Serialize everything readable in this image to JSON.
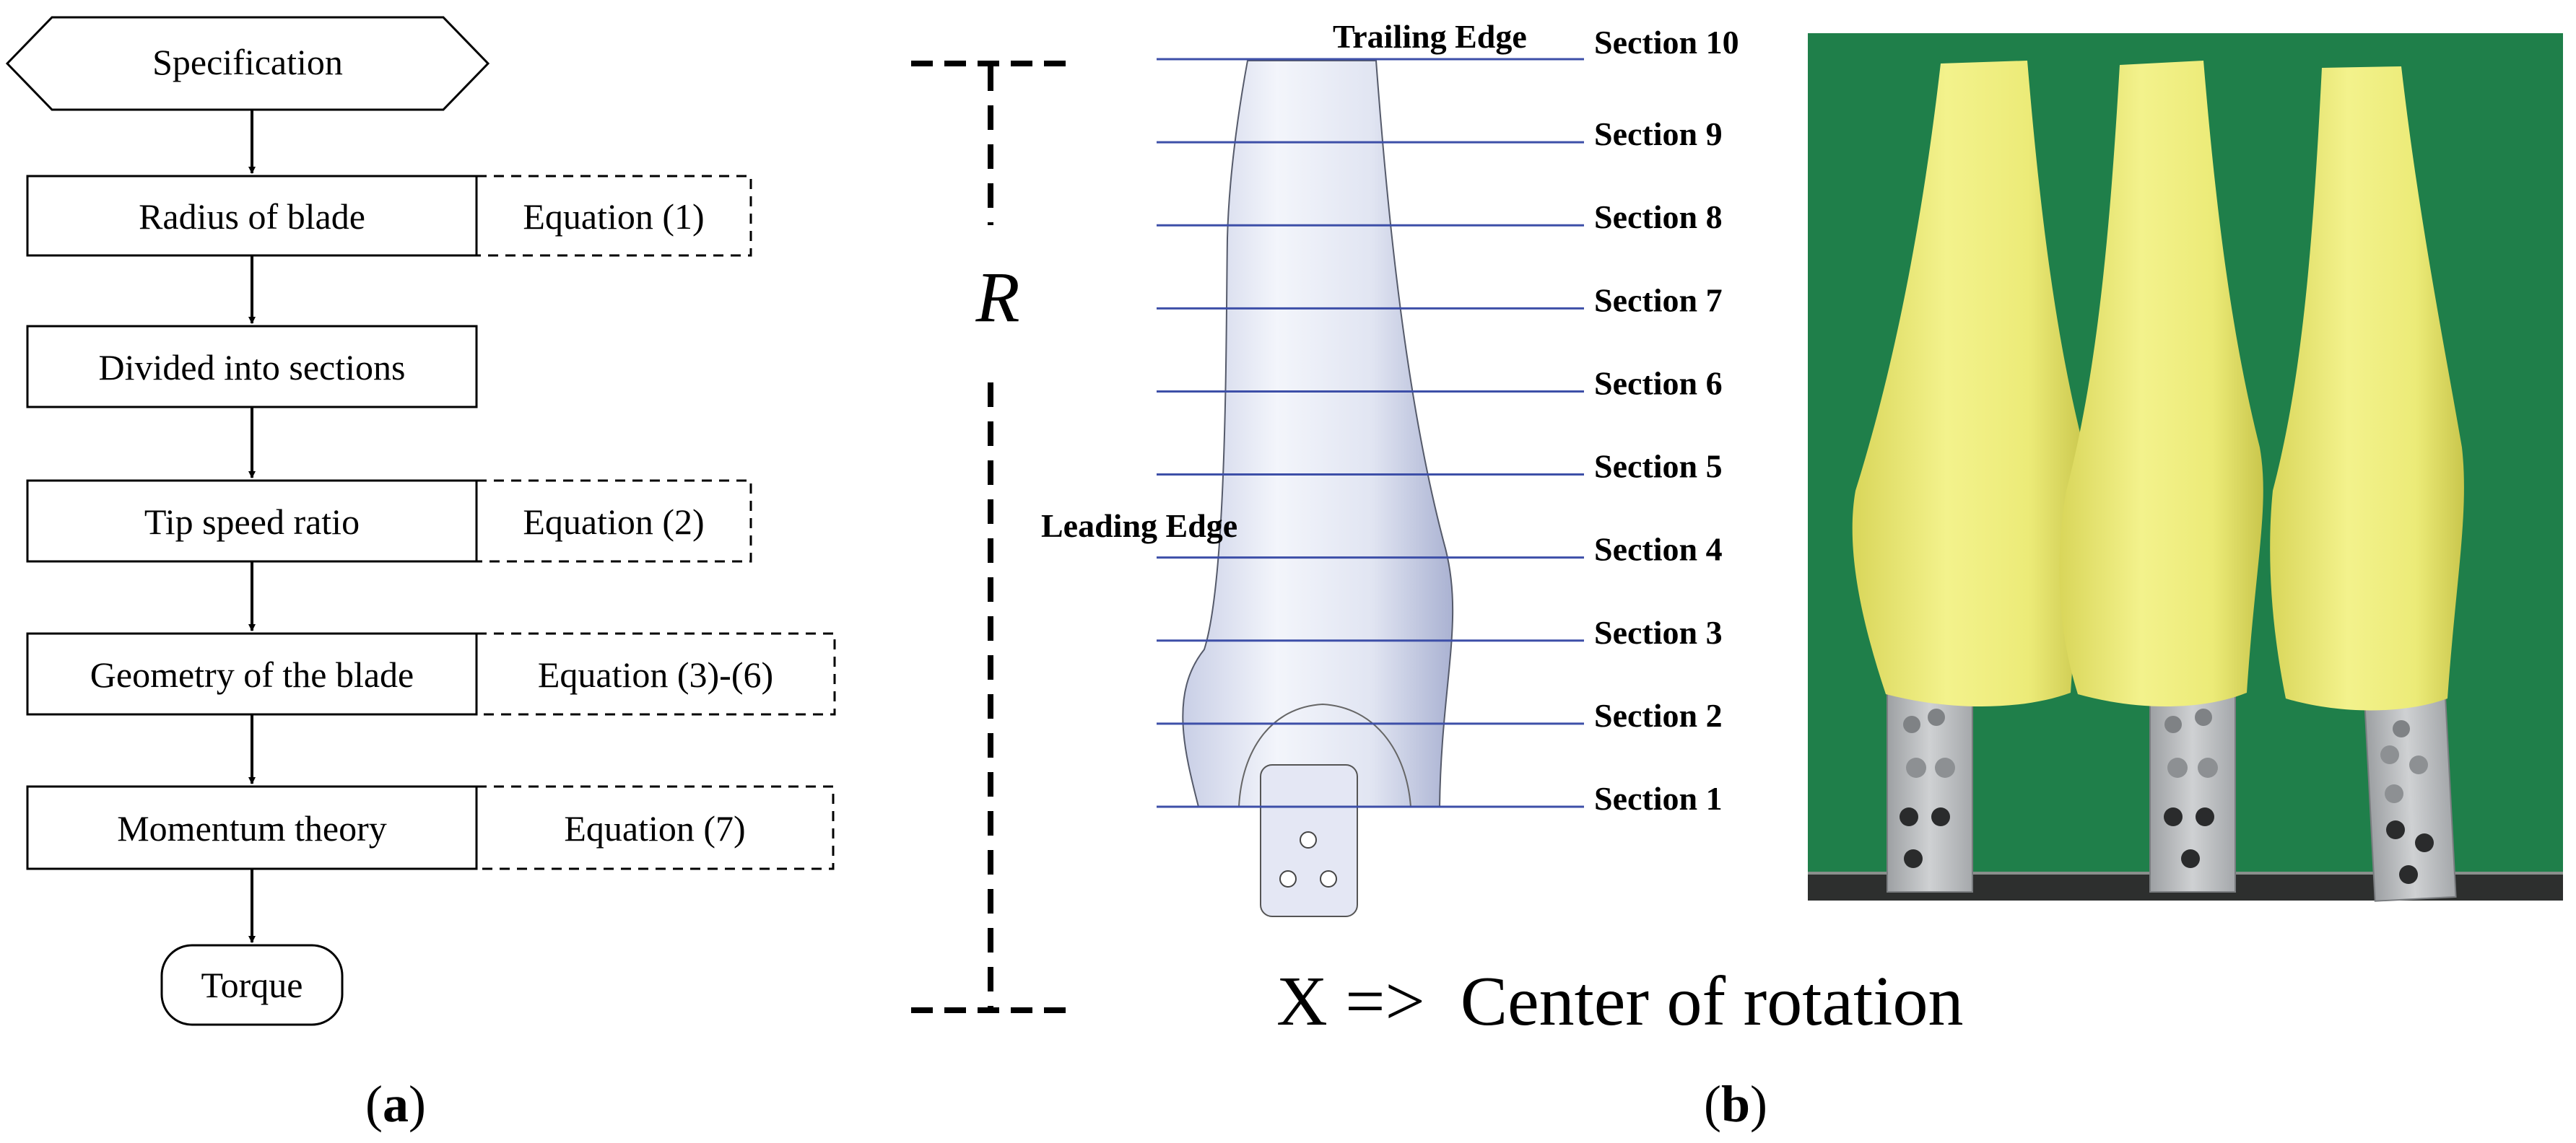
{
  "panel_a": {
    "label_open": "(",
    "label_letter": "a",
    "label_close": ")",
    "flow": {
      "specification": "Specification",
      "radius": "Radius of blade",
      "divided": "Divided into sections",
      "tip_speed": "Tip speed ratio",
      "geometry": "Geometry of the blade",
      "momentum": "Momentum theory",
      "torque": "Torque"
    },
    "equations": {
      "eq1": "Equation (1)",
      "eq2": "Equation (2)",
      "eq3_6": "Equation (3)-(6)",
      "eq7": "Equation (7)"
    }
  },
  "panel_b": {
    "label_open": "(",
    "label_letter": "b",
    "label_close": ")",
    "radius_symbol": "R",
    "trailing_edge": "Trailing Edge",
    "leading_edge": "Leading Edge",
    "center_note": "X =>  Center of rotation",
    "sections": [
      "Section 10",
      "Section 9",
      "Section 8",
      "Section 7",
      "Section 6",
      "Section 5",
      "Section 4",
      "Section 3",
      "Section 2",
      "Section 1"
    ],
    "colors": {
      "section_line": "#3d4fa8",
      "blade_fill": "#e3e7f5",
      "photo_background": "#1f7f4a",
      "blade_yellow": "#eff07a",
      "mount_metal": "#b8babc"
    }
  }
}
